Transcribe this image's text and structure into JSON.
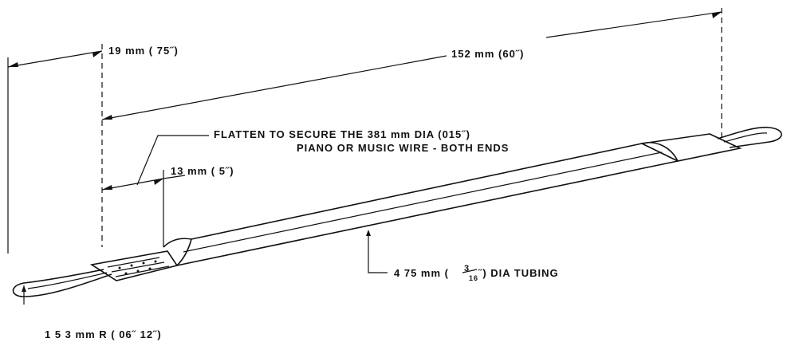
{
  "dimensions": {
    "dim_19mm": "19 mm ( 75˝)",
    "dim_152mm": "152 mm (60˝)",
    "dim_13mm": "13 mm ( 5˝)",
    "tubing": "4 75 mm (",
    "tubing_frac_num": "3",
    "tubing_frac_den": "16",
    "tubing_tail": "˝) DIA  TUBING",
    "radius": "1 5  3 mm R  ( 06˝  12˝)"
  },
  "notes": {
    "flatten_line1": "FLATTEN  TO SECURE  THE  381 mm  DIA (015˝)",
    "flatten_line2": "PIANO  OR  MUSIC  WIRE - BOTH  ENDS"
  }
}
